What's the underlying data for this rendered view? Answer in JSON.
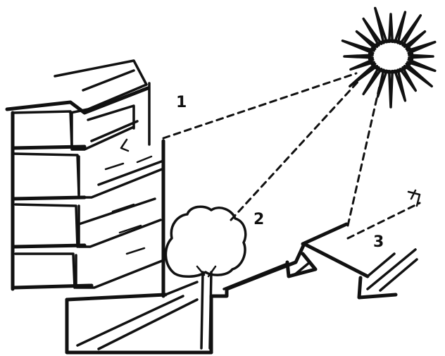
{
  "labels": {
    "one": "1",
    "two": "2",
    "three": "3"
  },
  "colors": {
    "ink": "#111111",
    "paper": "#ffffff"
  },
  "icons": {
    "sun": "sun-icon",
    "tree": "tree-icon"
  }
}
